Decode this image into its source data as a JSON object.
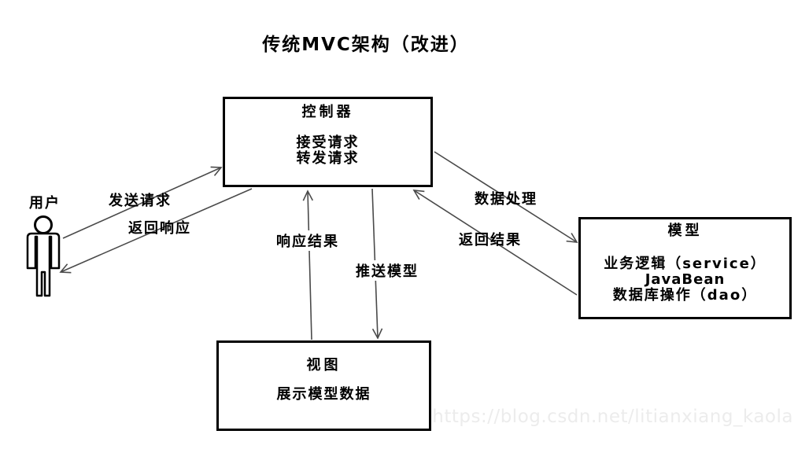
{
  "title": "传统MVC架构（改进）",
  "actor": {
    "label": "用户"
  },
  "boxes": {
    "controller": {
      "title": "控制器",
      "lines": [
        "接受请求",
        "转发请求"
      ]
    },
    "model": {
      "title": "模型",
      "lines": [
        "业务逻辑（service）",
        "JavaBean",
        "数据库操作（dao）"
      ]
    },
    "view": {
      "title": "视图",
      "lines": [
        "展示模型数据"
      ]
    }
  },
  "arrows": {
    "send_request": "发送请求",
    "return_response": "返回响应",
    "response_result": "响应结果",
    "push_model": "推送模型",
    "data_processing": "数据处理",
    "return_result": "返回结果"
  },
  "watermark": "https://blog.csdn.net/litianxiang_kaola",
  "colors": {
    "background": "#ffffff",
    "border": "#000000",
    "line": "#4a4a4a",
    "text": "#000000",
    "watermark": "#ececec"
  }
}
